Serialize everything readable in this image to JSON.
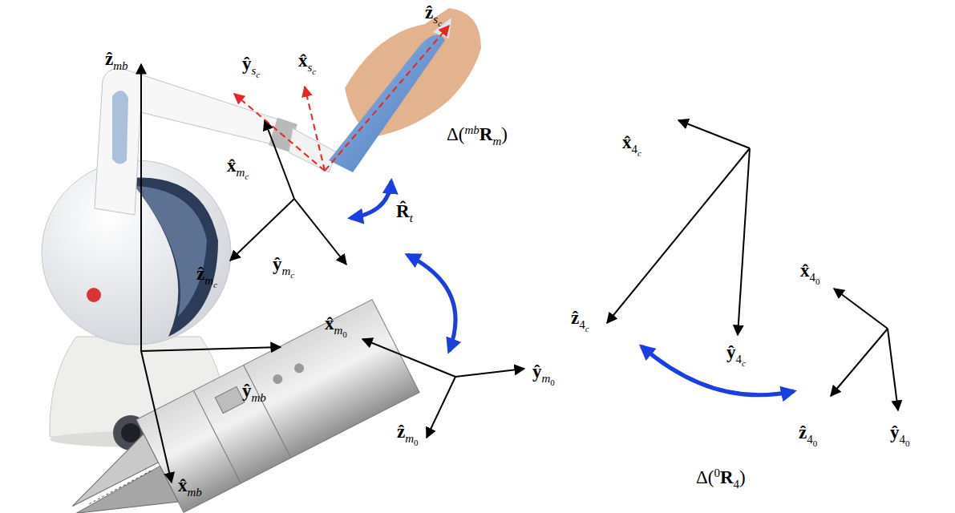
{
  "diagram": {
    "labels": [
      "ẑ",
      "mb",
      "x̂",
      "mb",
      "ŷ",
      "mb",
      "ŷ",
      "s",
      "c",
      "x̂",
      "s",
      "c",
      "ẑ",
      "s",
      "c",
      "x̂",
      "m",
      "c",
      "ŷ",
      "m",
      "c",
      "ẑ",
      "m",
      "c",
      "R̂",
      "t",
      "Δ(",
      "mb",
      "R",
      "m",
      ")",
      "x̂",
      "m",
      "0",
      "ŷ",
      "m",
      "0",
      "ẑ",
      "m",
      "0",
      "x̂",
      "4",
      "c",
      "ŷ",
      "4",
      "c",
      "ẑ",
      "4",
      "c",
      "x̂",
      "4",
      "0",
      "ŷ",
      "4",
      "0",
      "ẑ",
      "4",
      "0",
      "Δ(",
      "0",
      "R",
      "4",
      ")"
    ]
  }
}
